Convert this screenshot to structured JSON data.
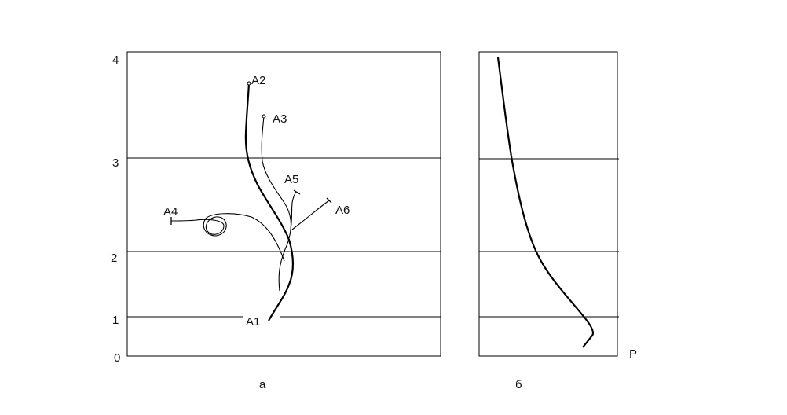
{
  "y_ticks": [
    "0",
    "1",
    "2",
    "3",
    "4"
  ],
  "panel_a": {
    "caption": "а",
    "labels": [
      "A1",
      "A2",
      "A3",
      "A4",
      "A5",
      "A6"
    ]
  },
  "panel_b": {
    "caption": "б",
    "axis_label": "P"
  }
}
